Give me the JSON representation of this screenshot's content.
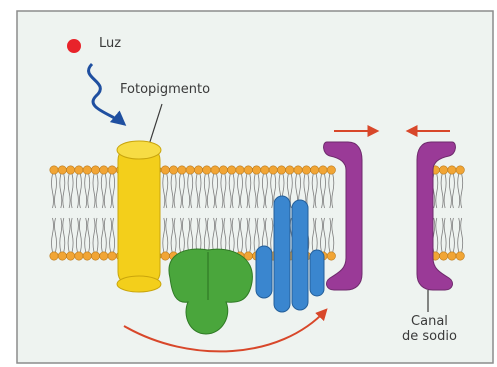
{
  "labels": {
    "light": "Luz",
    "photopigment": "Fotopigmento",
    "channel_line1": "Canal",
    "channel_line2": "de sodio"
  },
  "colors": {
    "background": "#eef3f0",
    "light_dot": "#e8232a",
    "light_ray": "#1f4fa0",
    "lipid_head": "#f1a535",
    "lipid_tail": "#7e7e7e",
    "photopigment": "#f3cf1b",
    "g_protein": "#4aa63c",
    "enzyme": "#3a86cf",
    "sodium_channel": "#9a3a97",
    "arrows": "#d8472a"
  },
  "icons": [
    "light-dot-icon",
    "light-ray-icon"
  ]
}
